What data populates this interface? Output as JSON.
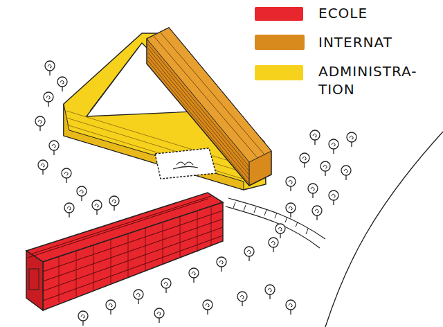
{
  "diagram": {
    "legend": [
      {
        "text": "ECOLE",
        "color": "#e8262d"
      },
      {
        "text": "INTERNAT",
        "color": "#d98a1c"
      },
      {
        "text": "ADMINISTRA- TION",
        "color": "#f6d21c"
      }
    ]
  }
}
